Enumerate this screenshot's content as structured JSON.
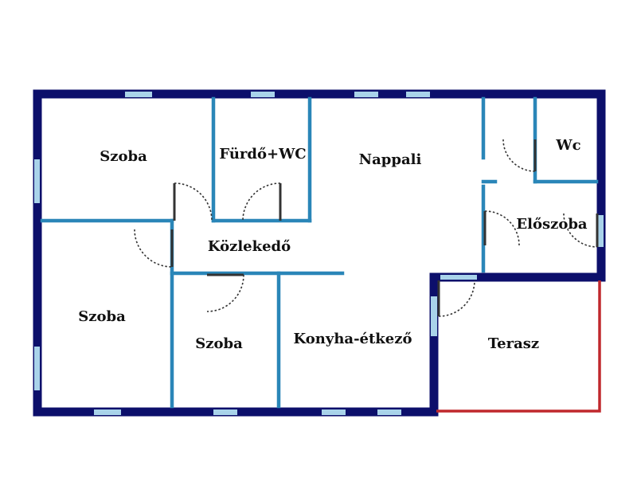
{
  "rooms": {
    "szoba_top_left": "Szoba",
    "furdo_wc": "Fürdő+WC",
    "nappali": "Nappali",
    "wc": "Wc",
    "eloszoba": "Előszoba",
    "kozlekedo": "Közlekedő",
    "szoba_bottom_left": "Szoba",
    "szoba_small": "Szoba",
    "konyha_etkezo": "Konyha-étkező",
    "terasz": "Terasz"
  },
  "colors": {
    "outer_wall": "#0c0f6b",
    "inner_wall": "#2a86b8",
    "window": "#a9d3ea",
    "terrace_edge": "#c0282d",
    "door": "#333333"
  }
}
